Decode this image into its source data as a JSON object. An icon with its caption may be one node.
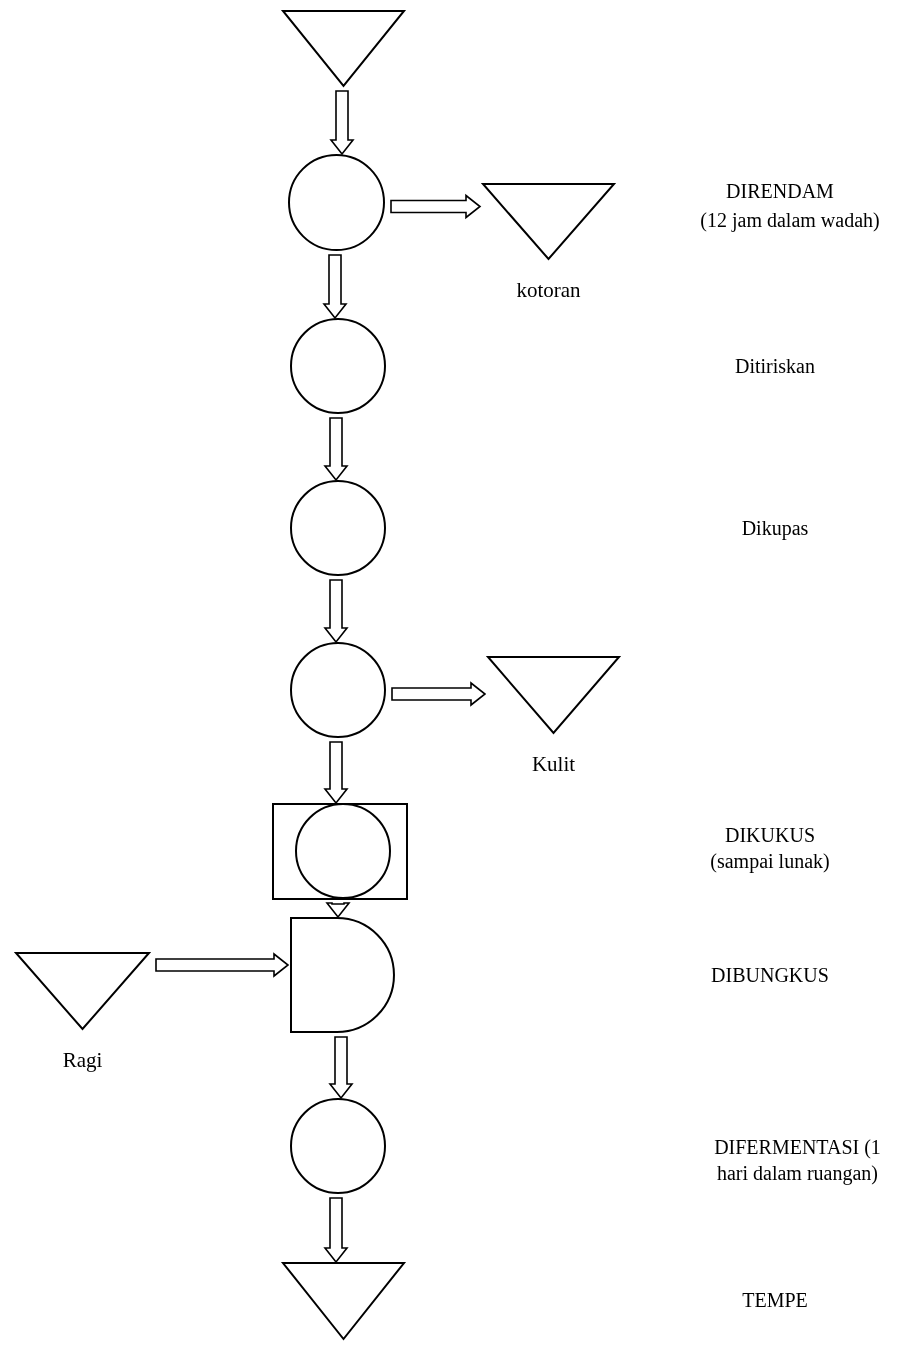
{
  "diagram": {
    "nodes": [
      {
        "text": [],
        "shape": "triangle"
      },
      {
        "text": [],
        "shape": "circle"
      },
      {
        "text": [
          "kotoran"
        ]
      },
      {
        "text": [],
        "shape": "circle"
      },
      {
        "text": [],
        "shape": "circle"
      },
      {
        "text": [],
        "shape": "circle"
      },
      {
        "text": [
          "Kulit"
        ]
      },
      {
        "text": [],
        "shape": "box"
      },
      {
        "text": [],
        "shape": "circle",
        "in": 7
      },
      {
        "text": [],
        "shape": "delay"
      },
      {
        "text": [
          "Ragi"
        ]
      },
      {
        "text": [],
        "shape": "circle"
      },
      {
        "text": [],
        "shape": "triangle"
      }
    ],
    "labels": [
      "DIRENDAM",
      "(12 jam dalam wadah)",
      "Ditiriskan",
      "Dikupas",
      "DIKUKUS",
      "(sampai lunak)",
      "DIBUNGKUS",
      "DIFERMENTASI (1 hari dalam ruangan)",
      "TEMPE"
    ],
    "edges": [
      {
        "from": 0,
        "to": 1,
        "arrow": "to"
      },
      {
        "from": 1,
        "to": 2,
        "arrow": "to"
      },
      {
        "from": 1,
        "to": 3,
        "arrow": "to"
      },
      {
        "from": 3,
        "to": 4,
        "arrow": "to"
      },
      {
        "from": 4,
        "to": 5,
        "arrow": "to"
      },
      {
        "from": 5,
        "to": 6,
        "arrow": "to"
      },
      {
        "from": 5,
        "to": 7,
        "arrow": "to"
      },
      {
        "from": 7,
        "to": 9,
        "arrow": "to"
      },
      {
        "from": 10,
        "to": 9,
        "arrow": "to"
      },
      {
        "from": 9,
        "to": 11,
        "arrow": "to"
      },
      {
        "from": 11,
        "to": 12,
        "arrow": "to"
      }
    ]
  }
}
